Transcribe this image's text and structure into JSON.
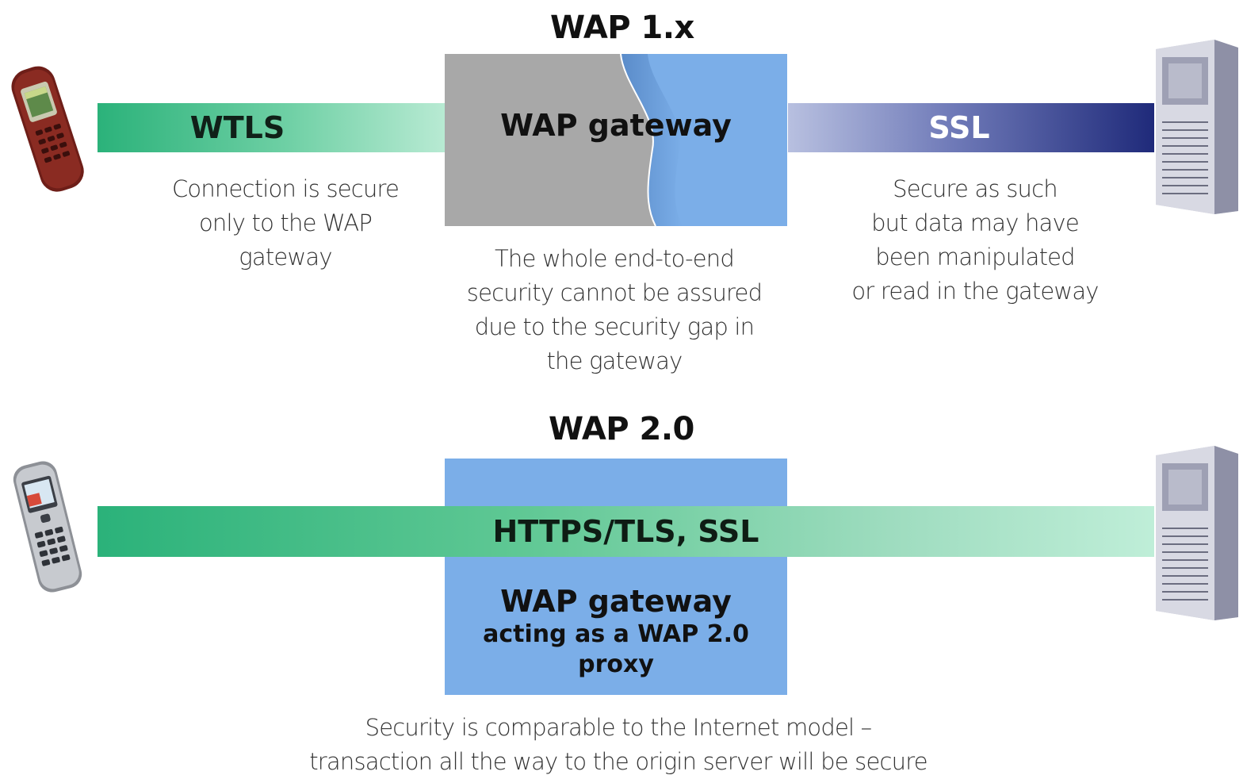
{
  "wap1": {
    "title": "WAP 1.x",
    "left_band": "WTLS",
    "gateway": "WAP gateway",
    "right_band": "SSL",
    "left_note": [
      "Connection is secure",
      "only to the WAP",
      "gateway"
    ],
    "center_note": [
      "The whole end-to-end",
      "security cannot be assured",
      "due to the security gap in",
      "the gateway"
    ],
    "right_note": [
      "Secure as such",
      "but data may have",
      "been manipulated",
      "or read in the gateway"
    ]
  },
  "wap2": {
    "title": "WAP 2.0",
    "band": "HTTPS/TLS, SSL",
    "gateway": "WAP gateway",
    "gateway_sub": [
      "acting as a WAP 2.0",
      "proxy"
    ],
    "bottom_note": [
      "Security is comparable to the Internet model –",
      "transaction all the way to the origin server will be secure"
    ]
  },
  "colors": {
    "green": "#2bb27a",
    "blue_gateway": "#7baee8",
    "gray_gateway": "#a8a8a8",
    "ssl_dark": "#1f2a7a"
  },
  "icons": [
    "mobile-phone-icon",
    "server-icon"
  ]
}
